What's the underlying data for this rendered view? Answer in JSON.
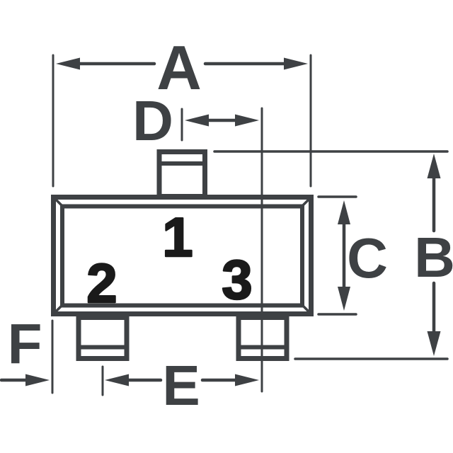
{
  "dimension_labels": {
    "a": "A",
    "b": "B",
    "c": "C",
    "d": "D",
    "e": "E",
    "f": "F"
  },
  "pin_labels": {
    "pin1": "1",
    "pin2": "2",
    "pin3": "3"
  },
  "colors": {
    "line": "#3e4144",
    "digit": "#1a1a1a",
    "bg": "#ffffff"
  }
}
